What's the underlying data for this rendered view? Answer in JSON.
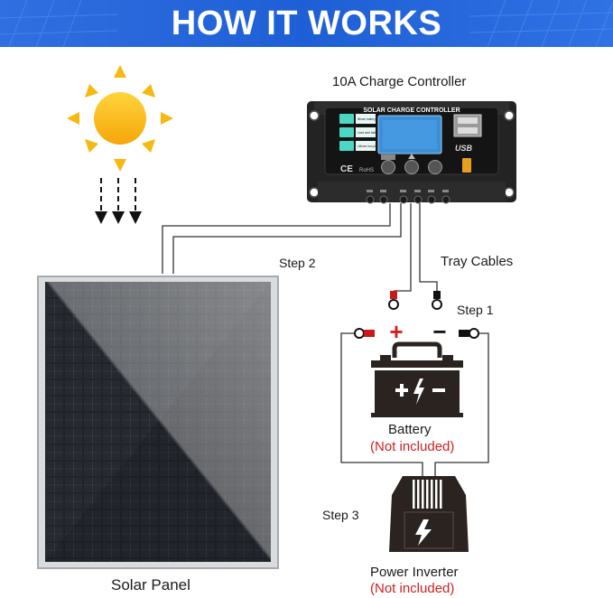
{
  "header": {
    "title": "HOW IT WORKS"
  },
  "controller": {
    "title": "10A Charge Controller",
    "panel_text": "SOLAR CHARGE CONTROLLER",
    "mode_labels": [
      "lithium battery",
      "Lead acid battery",
      "Lithium iron phosphate battery"
    ],
    "usb_label": "USB",
    "certifications": [
      "CE",
      "RoHS"
    ]
  },
  "labels": {
    "step1": "Step 1",
    "step2": "Step 2",
    "step3": "Step 3",
    "tray_cables": "Tray Cables",
    "solar_panel": "Solar Panel"
  },
  "battery": {
    "label": "Battery",
    "note": "(Not included)",
    "plus": "+",
    "minus": "−"
  },
  "inverter": {
    "label": "Power Inverter",
    "note": "(Not included)"
  },
  "colors": {
    "banner": "#1f5fd6",
    "sun": "#f7b80f",
    "battery": "#2b2320",
    "accent_red": "#d21f1f",
    "controller": "#1e1e1e",
    "lcd": "#3a8fd8"
  }
}
